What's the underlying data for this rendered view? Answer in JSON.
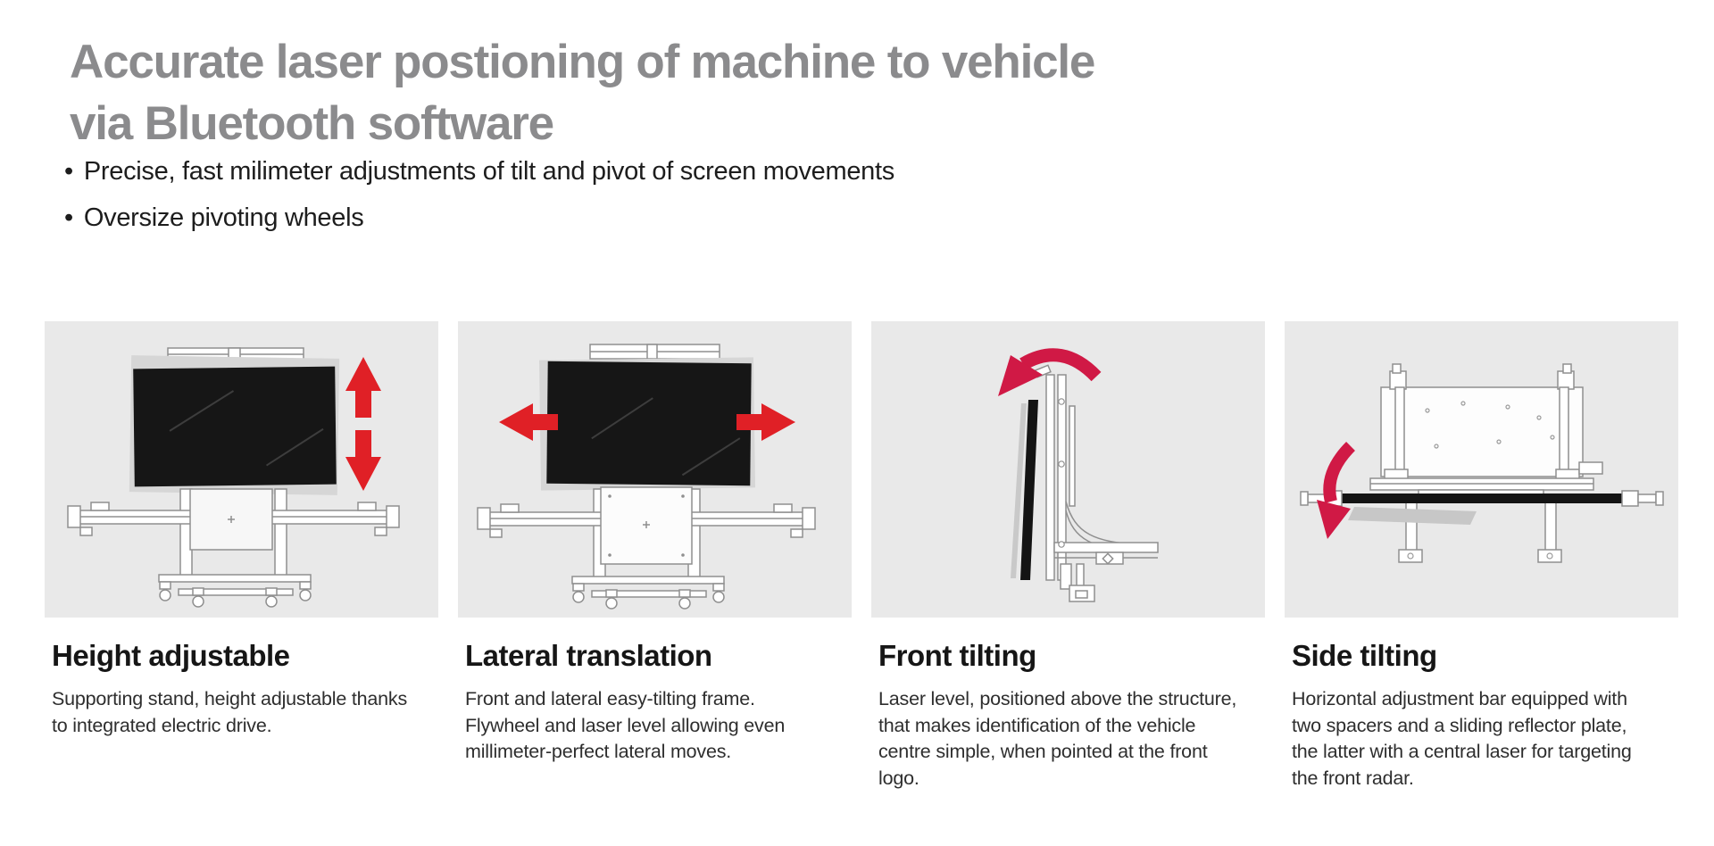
{
  "colors": {
    "heading_gray": "#8b8b8d",
    "body_text": "#1d1d1d",
    "panel_background": "#e9e9e9",
    "arrow_red": "#e02026",
    "arrow_crimson": "#d01945",
    "screen_black": "#161616"
  },
  "header": {
    "title_line1": "Accurate laser postioning of machine to vehicle",
    "title_line2": "via Bluetooth software",
    "bullet_marker": "•",
    "bullets": [
      "Precise, fast milimeter adjustments of tilt and pivot of screen movements",
      "Oversize pivoting wheels"
    ]
  },
  "cards": [
    {
      "title": "Height adjustable",
      "body": "Supporting stand, height adjustable thanks to integrated electric drive.",
      "icon": "up-down-arrow-icon"
    },
    {
      "title": "Lateral translation",
      "body": "Front and lateral easy-tilting frame. Flywheel and laser level allowing even millimeter-perfect lateral moves.",
      "icon": "left-right-arrow-icon"
    },
    {
      "title": "Front tilting",
      "body": "Laser level, positioned above the structure, that makes identification of the vehicle centre simple, when pointed at the front logo.",
      "icon": "curved-arrow-ccw-icon"
    },
    {
      "title": "Side tilting",
      "body": "Horizontal adjustment bar equipped with two spacers and a sliding reflector plate, the latter with a central laser for targeting the front radar.",
      "icon": "curved-arrow-down-icon"
    }
  ]
}
